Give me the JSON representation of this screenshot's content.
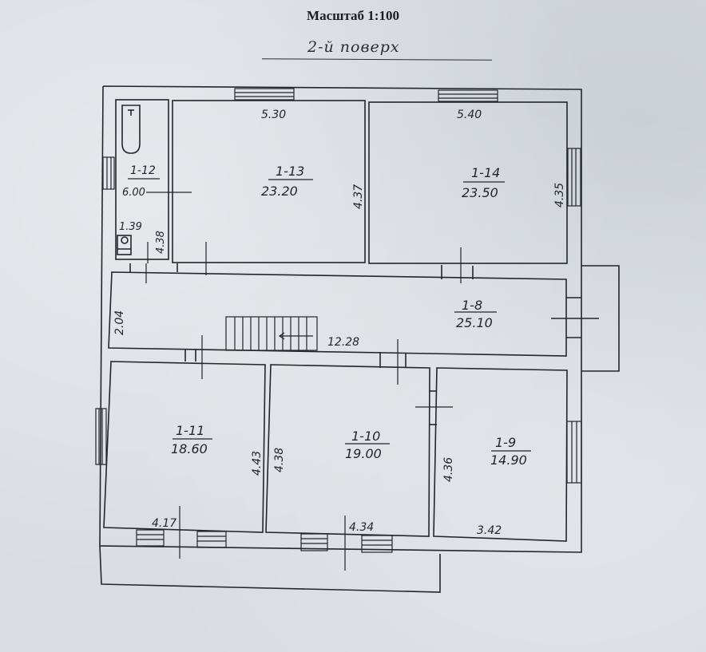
{
  "header": {
    "scale_title": "Масштаб 1:100",
    "floor_label": "2-й поверх"
  },
  "colors": {
    "paper": "#d9dde2",
    "ink": "#22262d"
  },
  "rooms": [
    {
      "id": "1-12",
      "area": "6.00",
      "type": "bathroom",
      "dims": {
        "width": "1.39",
        "length": "4.38"
      }
    },
    {
      "id": "1-13",
      "area": "23.20",
      "dims": {
        "width": "5.30",
        "length": "4.37"
      }
    },
    {
      "id": "1-14",
      "area": "23.50",
      "dims": {
        "width": "5.40",
        "length": "4.35"
      }
    },
    {
      "id": "1-8",
      "area": "25.10",
      "type": "hallway",
      "dims": {
        "width": "2.04",
        "length": "12.28"
      }
    },
    {
      "id": "1-11",
      "area": "18.60",
      "dims": {
        "width": "4.17",
        "length": "4.43"
      }
    },
    {
      "id": "1-10",
      "area": "19.00",
      "dims": {
        "width": "4.34",
        "length": "4.38"
      }
    },
    {
      "id": "1-9",
      "area": "14.90",
      "dims": {
        "width": "3.42",
        "length": "4.36"
      }
    }
  ],
  "labels": {
    "r12_id": "1-12",
    "r12_area": "6.00",
    "r12_w": "1.39",
    "r12_l": "4.38",
    "r13_id": "1-13",
    "r13_area": "23.20",
    "r13_w": "5.30",
    "r13_l": "4.37",
    "r14_id": "1-14",
    "r14_area": "23.50",
    "r14_w": "5.40",
    "r14_l": "4.35",
    "r8_id": "1-8",
    "r8_area": "25.10",
    "r8_w": "2.04",
    "r8_l": "12.28",
    "r11_id": "1-11",
    "r11_area": "18.60",
    "r11_w": "4.17",
    "r11_l": "4.43",
    "r10_id": "1-10",
    "r10_area": "19.00",
    "r10_w": "4.34",
    "r10_l": "4.38",
    "r9_id": "1-9",
    "r9_area": "14.90",
    "r9_w": "3.42",
    "r9_l": "4.36"
  }
}
